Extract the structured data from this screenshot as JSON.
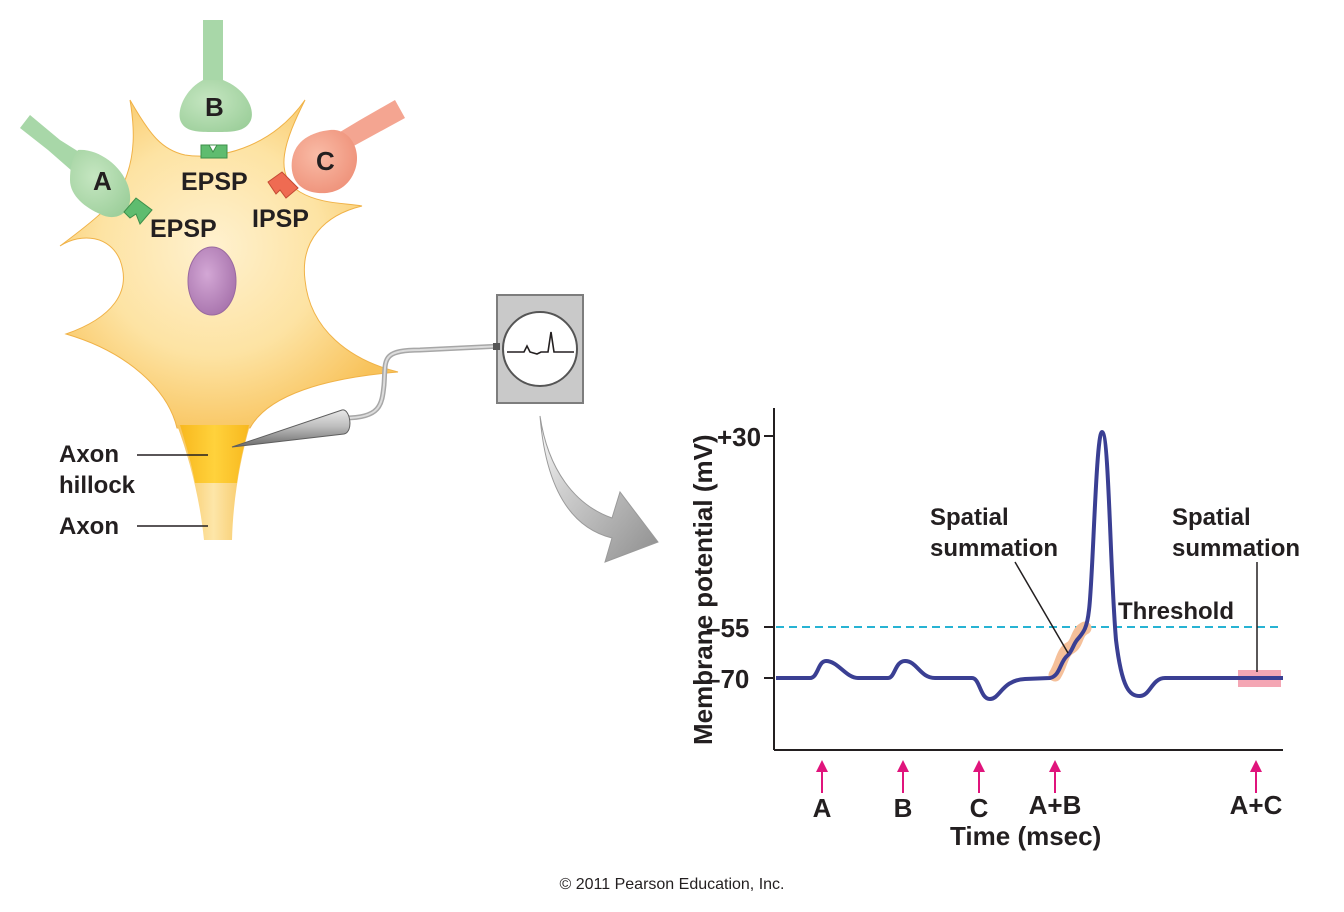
{
  "neuron": {
    "terminals": [
      "A",
      "B",
      "C"
    ],
    "synapse_labels": {
      "a": "EPSP",
      "b": "EPSP",
      "c": "IPSP"
    },
    "axon_hillock_line1": "Axon",
    "axon_hillock_line2": "hillock",
    "axon": "Axon"
  },
  "graph": {
    "ylabel": "Membrane potential (mV)",
    "xlabel": "Time (msec)",
    "yticks": [
      "+30",
      "–55",
      "–70"
    ],
    "threshold": "Threshold",
    "spatial_summation_1_line1": "Spatial",
    "spatial_summation_1_line2": "summation",
    "spatial_summation_2_line1": "Spatial",
    "spatial_summation_2_line2": "summation",
    "stimuli": [
      "A",
      "B",
      "C",
      "A+B",
      "A+C"
    ]
  },
  "copyright": "© 2011 Pearson Education, Inc.",
  "colors": {
    "soma": "#fbcf6a",
    "excitatory": "#a8d7a8",
    "inhibitory": "#f39f88",
    "nucleus": "#b583b8",
    "trace": "#3a3f93",
    "threshold": "#27b3d3",
    "stimulus_arrow": "#e0147c",
    "summation_highlight_1": "#f5c09a",
    "summation_highlight_2": "#f4a6b4"
  }
}
